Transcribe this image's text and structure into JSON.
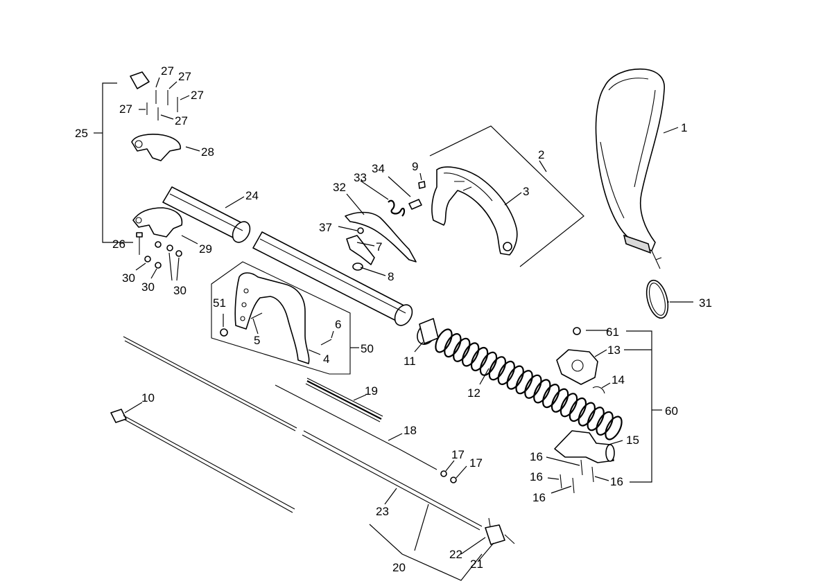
{
  "diagram": {
    "callouts": [
      {
        "id": "c1",
        "text": "1"
      },
      {
        "id": "c2",
        "text": "2"
      },
      {
        "id": "c3",
        "text": "3"
      },
      {
        "id": "c4",
        "text": "4"
      },
      {
        "id": "c5",
        "text": "5"
      },
      {
        "id": "c6",
        "text": "6"
      },
      {
        "id": "c7",
        "text": "7"
      },
      {
        "id": "c8",
        "text": "8"
      },
      {
        "id": "c9",
        "text": "9"
      },
      {
        "id": "c10",
        "text": "10"
      },
      {
        "id": "c11",
        "text": "11"
      },
      {
        "id": "c12",
        "text": "12"
      },
      {
        "id": "c13",
        "text": "13"
      },
      {
        "id": "c14",
        "text": "14"
      },
      {
        "id": "c15",
        "text": "15"
      },
      {
        "id": "c16a",
        "text": "16"
      },
      {
        "id": "c16b",
        "text": "16"
      },
      {
        "id": "c16c",
        "text": "16"
      },
      {
        "id": "c16d",
        "text": "16"
      },
      {
        "id": "c17a",
        "text": "17"
      },
      {
        "id": "c17b",
        "text": "17"
      },
      {
        "id": "c18",
        "text": "18"
      },
      {
        "id": "c19",
        "text": "19"
      },
      {
        "id": "c20",
        "text": "20"
      },
      {
        "id": "c21",
        "text": "21"
      },
      {
        "id": "c22",
        "text": "22"
      },
      {
        "id": "c23",
        "text": "23"
      },
      {
        "id": "c24",
        "text": "24"
      },
      {
        "id": "c25",
        "text": "25"
      },
      {
        "id": "c26",
        "text": "26"
      },
      {
        "id": "c27a",
        "text": "27"
      },
      {
        "id": "c27b",
        "text": "27"
      },
      {
        "id": "c27c",
        "text": "27"
      },
      {
        "id": "c27d",
        "text": "27"
      },
      {
        "id": "c27e",
        "text": "27"
      },
      {
        "id": "c28",
        "text": "28"
      },
      {
        "id": "c29",
        "text": "29"
      },
      {
        "id": "c30a",
        "text": "30"
      },
      {
        "id": "c30b",
        "text": "30"
      },
      {
        "id": "c30c",
        "text": "30"
      },
      {
        "id": "c31",
        "text": "31"
      },
      {
        "id": "c32",
        "text": "32"
      },
      {
        "id": "c33",
        "text": "33"
      },
      {
        "id": "c34",
        "text": "34"
      },
      {
        "id": "c37",
        "text": "37"
      },
      {
        "id": "c50",
        "text": "50"
      },
      {
        "id": "c51",
        "text": "51"
      },
      {
        "id": "c60",
        "text": "60"
      },
      {
        "id": "c61",
        "text": "61"
      }
    ]
  }
}
